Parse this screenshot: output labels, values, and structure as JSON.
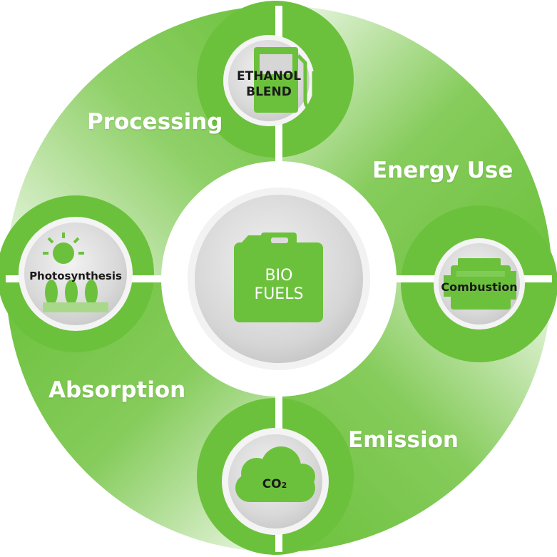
{
  "center": {
    "line1": "BIO",
    "line2": "FUELS"
  },
  "stages": {
    "processing": "Processing",
    "energy_use": "Energy Use",
    "emission": "Emission",
    "absorption": "Absorption"
  },
  "nodes": {
    "ethanol": {
      "line1": "ETHANOL",
      "line2": "BLEND",
      "icon": "fuel-pump-icon"
    },
    "combustion": {
      "label": "Combustion",
      "icon": "engine-icon"
    },
    "co2": {
      "label_main": "CO",
      "label_sub": "2",
      "icon": "cloud-icon"
    },
    "photosynthesis": {
      "label": "Photosynthesis",
      "icon": "sun-wheat-icon"
    }
  },
  "colors": {
    "green": "#6cc13c",
    "green_light": "#e8f5df",
    "node_gray": "#dcdcdc",
    "node_border": "#f4f4f4"
  }
}
